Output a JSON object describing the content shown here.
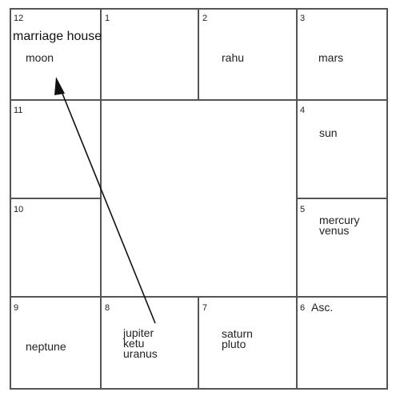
{
  "annotation": {
    "text": "marriage house"
  },
  "houses": [
    {
      "number": "12",
      "planets": [
        "moon"
      ]
    },
    {
      "number": "1",
      "planets": []
    },
    {
      "number": "2",
      "planets": [
        "rahu"
      ]
    },
    {
      "number": "3",
      "planets": [
        "mars"
      ]
    },
    {
      "number": "11",
      "planets": []
    },
    {
      "number": "4",
      "planets": [
        "sun"
      ]
    },
    {
      "number": "10",
      "planets": []
    },
    {
      "number": "5",
      "planets": [
        "mercury",
        "venus"
      ]
    },
    {
      "number": "9",
      "planets": [
        "neptune"
      ]
    },
    {
      "number": "8",
      "planets": [
        "jupiter",
        "ketu",
        "uranus"
      ]
    },
    {
      "number": "7",
      "planets": [
        "saturn",
        "pluto"
      ]
    },
    {
      "number": "6",
      "planets": [],
      "label": "Asc."
    }
  ],
  "colors": {
    "line": "#555555",
    "text": "#222222",
    "arrow": "#111111"
  }
}
